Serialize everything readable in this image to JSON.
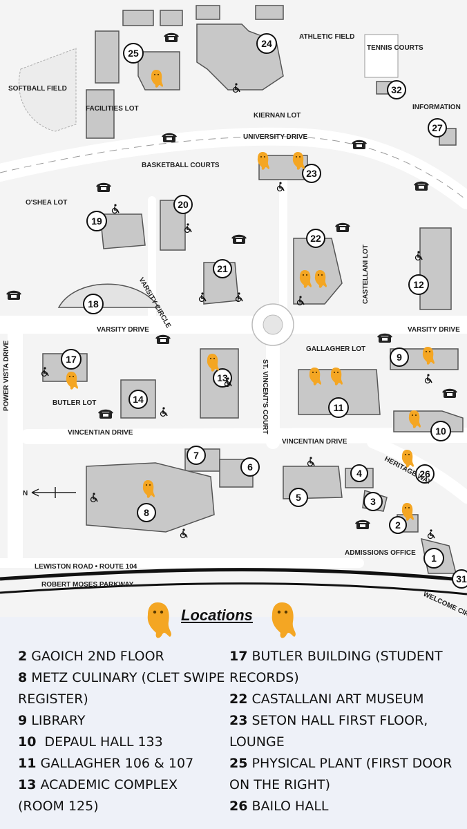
{
  "map": {
    "places": {
      "softball_field": "SOFTBALL FIELD",
      "facilities_lot": "FACILITIES LOT",
      "athletic_field": "ATHLETIC FIELD",
      "tennis_courts": "TENNIS COURTS",
      "kiernan_lot": "KIERNAN LOT",
      "information": "INFORMATION",
      "university_drive": "UNIVERSITY DRIVE",
      "basketball_courts": "BASKETBALL COURTS",
      "oshea_lot": "O'SHEA LOT",
      "castellani_lot": "CASTELLANI LOT",
      "varsity_circle": "VARSITY CIRCLE",
      "varsity_drive_left": "VARSITY DRIVE",
      "varsity_drive_right": "VARSITY DRIVE",
      "gallagher_lot": "GALLAGHER LOT",
      "st_vincents_court": "ST. VINCENT'S COURT",
      "power_vista_drive": "POWER VISTA DRIVE",
      "butler_lot": "BUTLER LOT",
      "vincentian_drive_left": "VINCENTIAN DRIVE",
      "vincentian_drive_right": "VINCENTIAN DRIVE",
      "heritage_way": "HERITAGE WAY",
      "admissions_office": "ADMISSIONS OFFICE",
      "lewiston_road": "LEWISTON ROAD • ROUTE 104",
      "robert_moses": "ROBERT MOSES PARKWAY",
      "welcome_circle": "WELCOME CIRCLE",
      "north": "N"
    },
    "buildings": [
      "1",
      "2",
      "3",
      "4",
      "5",
      "6",
      "7",
      "8",
      "9",
      "10",
      "11",
      "12",
      "13",
      "14",
      "17",
      "18",
      "19",
      "20",
      "21",
      "22",
      "23",
      "24",
      "25",
      "26",
      "27",
      "31",
      "32"
    ],
    "marker_icon": "ghost-icon",
    "phone_icon": "phone-icon",
    "accessible_icon": "wheelchair-icon",
    "colors": {
      "ghost": "#f4a623",
      "building": "#c8c8c8",
      "road": "#ffffff",
      "background": "#f4f4f4",
      "legend_bg": "#eef1f8"
    }
  },
  "legend": {
    "title": "Locations",
    "left": [
      {
        "num": "2",
        "text": "GAOICH 2ND FLOOR"
      },
      {
        "num": "8",
        "text": "METZ CULINARY (CLET SWIPE REGISTER)"
      },
      {
        "num": "9",
        "text": "LIBRARY"
      },
      {
        "num": "10",
        "text": " DEPAUL HALL 133"
      },
      {
        "num": "11",
        "text": "GALLAGHER 106 & 107"
      },
      {
        "num": "13",
        "text": "ACADEMIC COMPLEX (ROOM 125)"
      }
    ],
    "right": [
      {
        "num": "17",
        "text": "BUTLER BUILDING (STUDENT RECORDS)"
      },
      {
        "num": "22",
        "text": "CASTALLANI ART MUSEUM"
      },
      {
        "num": "23",
        "text": "SETON HALL FIRST FLOOR, LOUNGE"
      },
      {
        "num": "25",
        "text": "PHYSICAL PLANT (FIRST DOOR ON THE RIGHT)"
      },
      {
        "num": "26",
        "text": "BAILO HALL"
      }
    ]
  }
}
